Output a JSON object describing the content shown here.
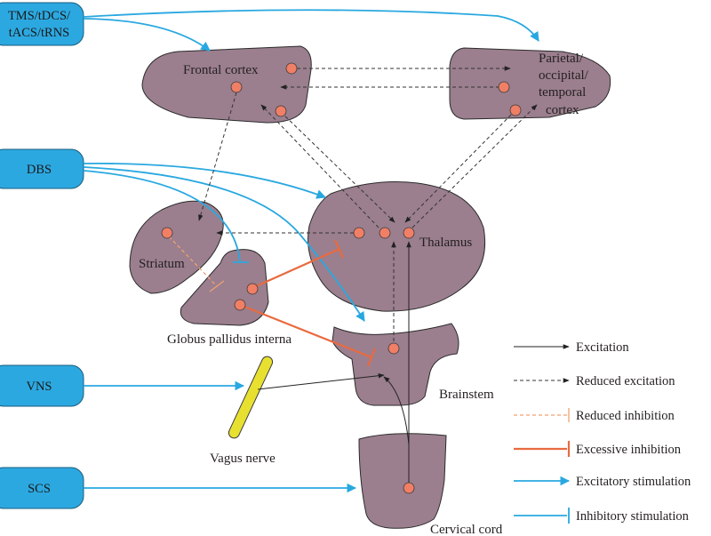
{
  "labels": {
    "tms": [
      "TMS/tDCS/",
      "tACS/tRNS"
    ],
    "dbs": "DBS",
    "vns": "VNS",
    "scs": "SCS",
    "frontal": "Frontal cortex",
    "parietal": [
      "Parietal/",
      "occipital/",
      "temporal",
      "cortex"
    ],
    "striatum": "Striatum",
    "thalamus": "Thalamus",
    "gpi": "Globus pallidus interna",
    "brainstem": "Brainstem",
    "vagus": "Vagus nerve",
    "cervical": "Cervical cord"
  },
  "legend": [
    {
      "label": "Excitation",
      "style": "solid-black-arrow"
    },
    {
      "label": "Reduced excitation",
      "style": "dashed-black-arrow"
    },
    {
      "label": "Reduced inhibition",
      "style": "dashed-orange-bar"
    },
    {
      "label": "Excessive inhibition",
      "style": "solid-orange-bar"
    },
    {
      "label": "Excitatory stimulation",
      "style": "solid-blue-arrow"
    },
    {
      "label": "Inhibitory stimulation",
      "style": "solid-blue-bar"
    }
  ],
  "colors": {
    "region": "#9b7f8e",
    "neuron": "#f07f66",
    "stimulation": "#29a8e0",
    "inhibition": "#e96a3f",
    "vagus": "#e8e030"
  }
}
